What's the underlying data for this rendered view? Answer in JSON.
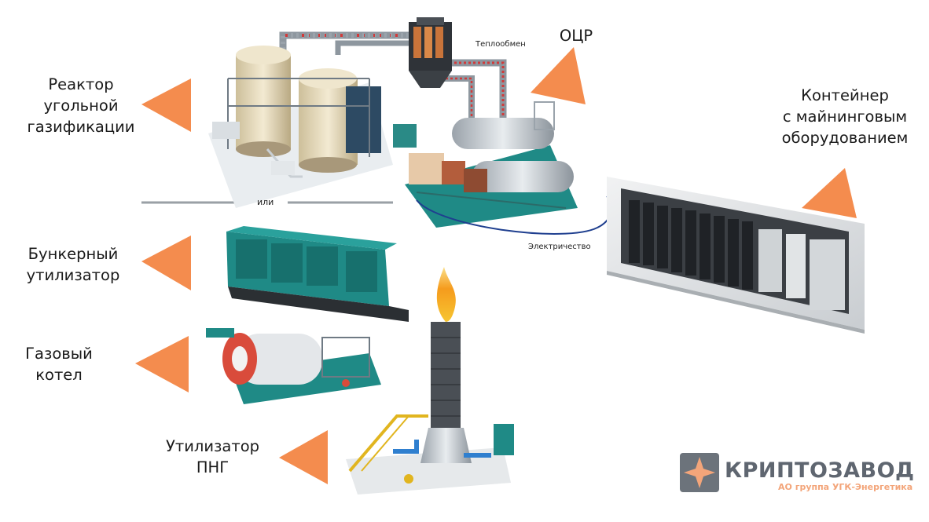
{
  "labels": {
    "reactor": [
      "Реактор",
      "угольной",
      "газификации"
    ],
    "bunker": [
      "Бункерный",
      "утилизатор"
    ],
    "boiler": [
      "Газовый",
      "котел"
    ],
    "png": [
      "Утилизатор",
      "ПНГ"
    ],
    "ocr": "ОЦР",
    "container": [
      "Контейнер",
      "с майнинговым",
      "оборудованием"
    ]
  },
  "annotations": {
    "heat_exchange": "Теплообмен",
    "or": "или",
    "electricity": "Электричество"
  },
  "logo": {
    "name": "КРИПТОЗАВОД",
    "subtitle": "АО группа УГК-Энергетика"
  },
  "colors": {
    "arrow": "#f48c4e",
    "teal": "#1f8a86",
    "divider": "#9aa0a6",
    "cable": "#1f3f8f",
    "logo_gray": "#5f6670",
    "logo_orange": "#f3a57a"
  },
  "icons": [
    "arrow-triangle-icon",
    "logo-star-icon"
  ]
}
